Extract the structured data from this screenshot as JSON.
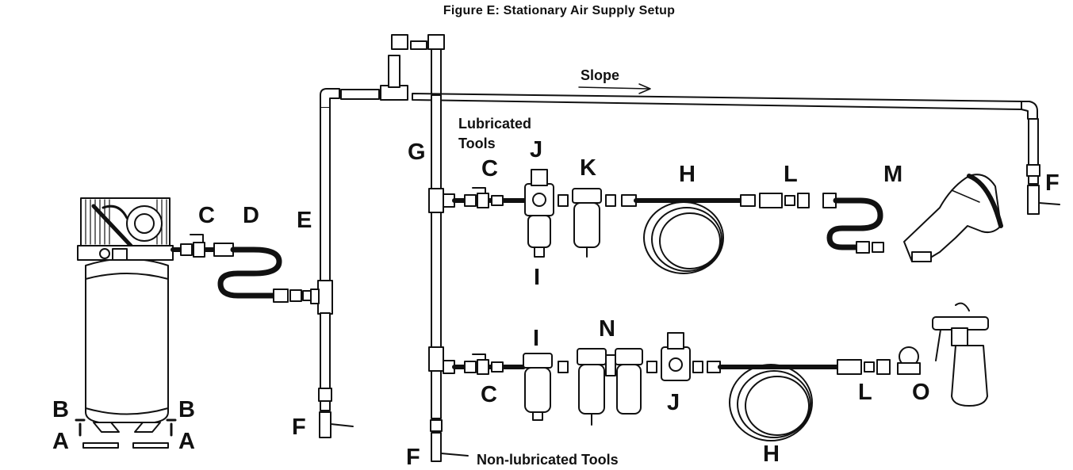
{
  "title": "Figure E:  Stationary Air Supply Setup",
  "texts": {
    "slope": "Slope",
    "lubricated": "Lubricated",
    "tools": "Tools",
    "non_lubricated": "Non-lubricated Tools"
  },
  "labels": {
    "A": "A",
    "B": "B",
    "C": "C",
    "D": "D",
    "E": "E",
    "F": "F",
    "G": "G",
    "H": "H",
    "I": "I",
    "J": "J",
    "K": "K",
    "L": "L",
    "M": "M",
    "N": "N",
    "O": "O"
  }
}
